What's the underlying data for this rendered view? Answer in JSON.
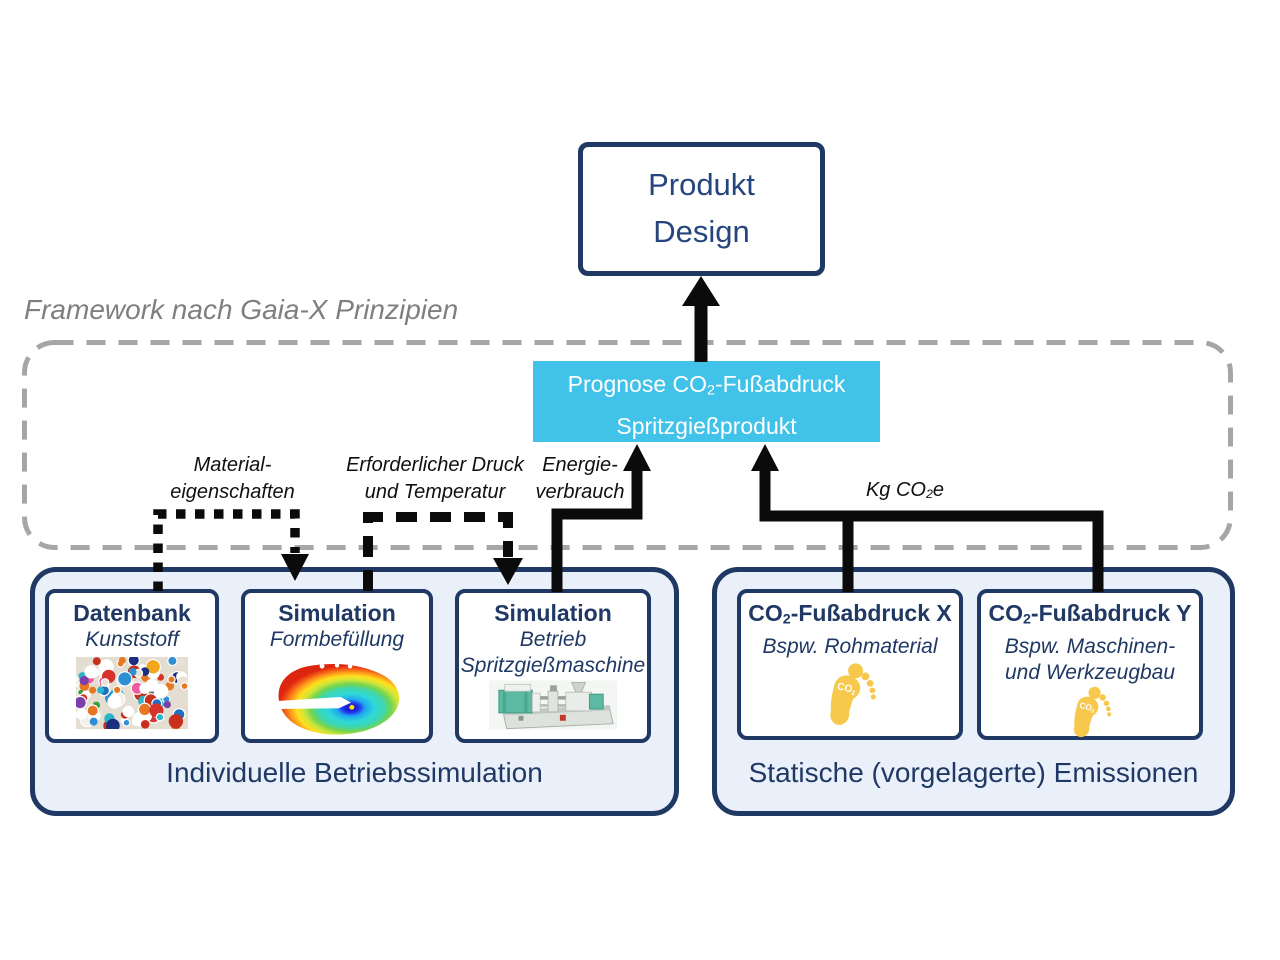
{
  "product_box": {
    "line1": "Produkt",
    "line2": "Design"
  },
  "framework_label": "Framework nach Gaia-X Prinzipien",
  "prognose_box": {
    "line1_pre": "Prognose CO",
    "line1_sub": "2",
    "line1_post": "-Fußabdruck",
    "line2": "Spritzgießprodukt"
  },
  "arrow_labels": {
    "material": {
      "line1": "Material-",
      "line2": "eigenschaften"
    },
    "pressure": {
      "line1": "Erforderlicher Druck",
      "line2": "und Temperatur"
    },
    "energy": {
      "line1": "Energie-",
      "line2": "verbrauch"
    },
    "kgco2e": {
      "pre": "Kg CO",
      "sub": "2",
      "post": "e"
    }
  },
  "left_group": {
    "label": "Individuelle Betriebssimulation",
    "boxes": [
      {
        "title": "Datenbank",
        "subtitle1": "Kunststoff",
        "image": "plastic-granulate-photo"
      },
      {
        "title": "Simulation",
        "subtitle1": "Formbefüllung",
        "image": "mold-filling-simulation-image"
      },
      {
        "title": "Simulation",
        "subtitle1": "Betrieb",
        "subtitle2": "Spritzgießmaschine",
        "image": "injection-molding-machine-photo"
      }
    ]
  },
  "right_group": {
    "label": "Statische (vorgelagerte) Emissionen",
    "boxes": [
      {
        "title_pre": "CO",
        "title_sub": "2",
        "title_post": "-Fußabdruck X",
        "subtitle1": "Bspw. Rohmaterial",
        "icon": "co2-footprint-icon"
      },
      {
        "title_pre": "CO",
        "title_sub": "2",
        "title_post": "-Fußabdruck Y",
        "subtitle1": "Bspw. Maschinen-",
        "subtitle2": "und Werkzeugbau",
        "icon": "co2-footprint-icon"
      }
    ]
  },
  "footprint_icon": {
    "label_pre": "CO",
    "label_sub": "2"
  },
  "colors": {
    "navy": "#1F3864",
    "cyan": "#41C2E8",
    "group_fill": "#EAF0FA",
    "frame_dash_gray": "#A6A6A6",
    "framework_text_gray": "#7F7F7F",
    "arrow_black": "#0B0B0B",
    "footprint_yellow": "#F6C84B"
  }
}
